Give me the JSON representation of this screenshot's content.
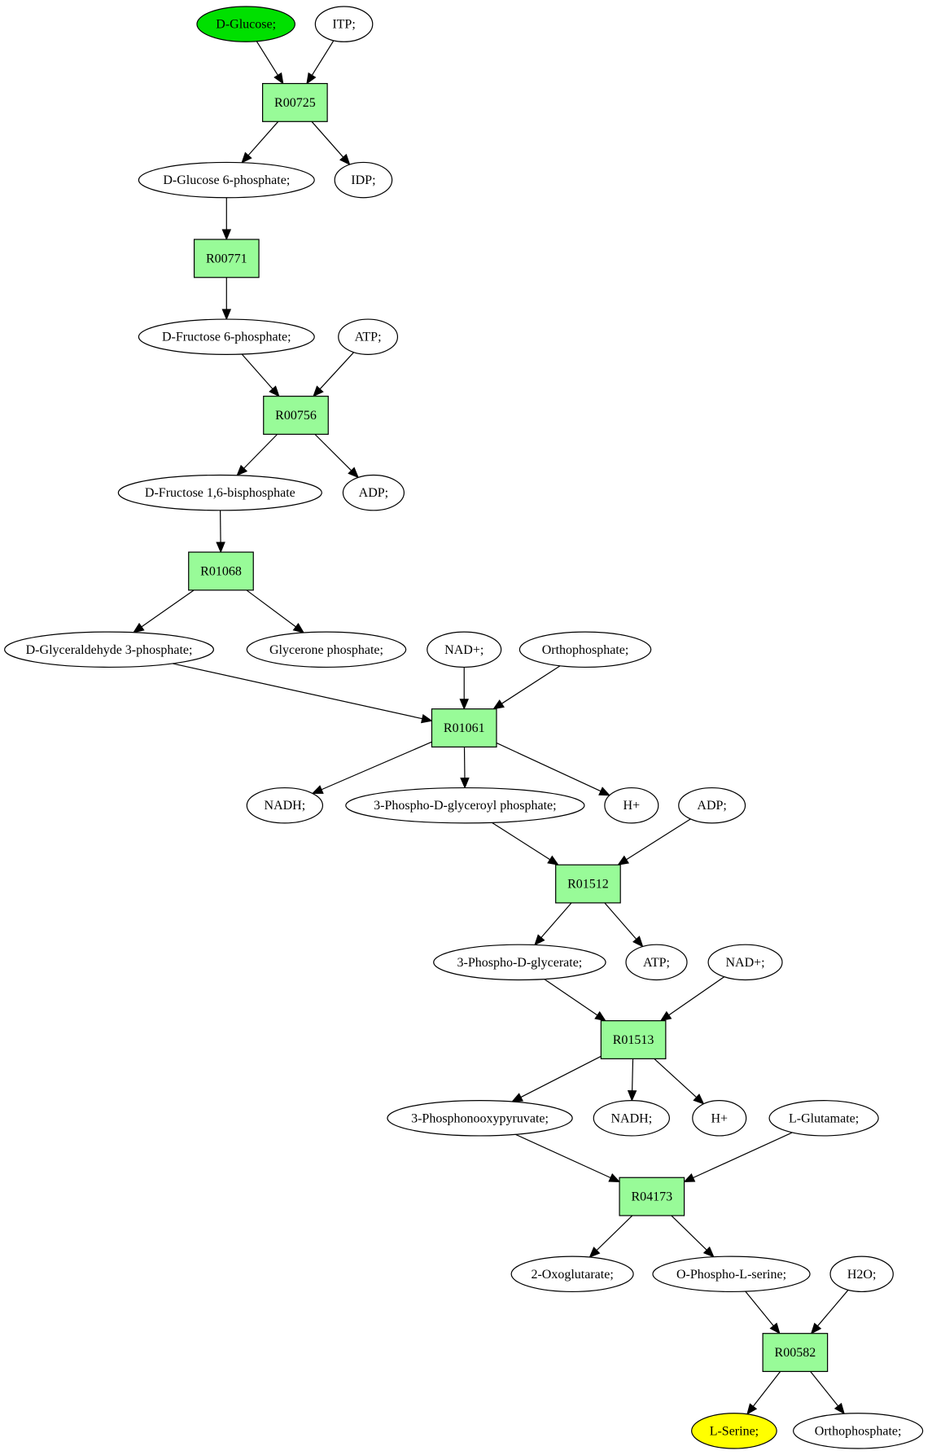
{
  "colors": {
    "start_fill": "#00e000",
    "target_fill": "#ffff00",
    "reaction_fill": "#98fb98",
    "compound_fill": "#ffffff",
    "stroke": "#000000"
  },
  "compounds": [
    {
      "id": "c_dglucose",
      "label": "D-Glucose;",
      "role": "start"
    },
    {
      "id": "c_itp",
      "label": "ITP;"
    },
    {
      "id": "c_g6p",
      "label": "D-Glucose 6-phosphate;"
    },
    {
      "id": "c_idp",
      "label": "IDP;"
    },
    {
      "id": "c_f6p",
      "label": "D-Fructose 6-phosphate;"
    },
    {
      "id": "c_atp1",
      "label": "ATP;"
    },
    {
      "id": "c_f16bp",
      "label": "D-Fructose 1,6-bisphosphate"
    },
    {
      "id": "c_adp1",
      "label": "ADP;"
    },
    {
      "id": "c_g3p",
      "label": "D-Glyceraldehyde 3-phosphate;"
    },
    {
      "id": "c_dhap",
      "label": "Glycerone phosphate;"
    },
    {
      "id": "c_nad1",
      "label": "NAD+;"
    },
    {
      "id": "c_pi1",
      "label": "Orthophosphate;"
    },
    {
      "id": "c_nadh1",
      "label": "NADH;"
    },
    {
      "id": "c_13bpg",
      "label": "3-Phospho-D-glyceroyl phosphate;"
    },
    {
      "id": "c_h1",
      "label": "H+"
    },
    {
      "id": "c_adp2",
      "label": "ADP;"
    },
    {
      "id": "c_3pg",
      "label": "3-Phospho-D-glycerate;"
    },
    {
      "id": "c_atp2",
      "label": "ATP;"
    },
    {
      "id": "c_nad2",
      "label": "NAD+;"
    },
    {
      "id": "c_3php",
      "label": "3-Phosphonooxypyruvate;"
    },
    {
      "id": "c_nadh2",
      "label": "NADH;"
    },
    {
      "id": "c_h2",
      "label": "H+"
    },
    {
      "id": "c_glu",
      "label": "L-Glutamate;"
    },
    {
      "id": "c_2og",
      "label": "2-Oxoglutarate;"
    },
    {
      "id": "c_pser",
      "label": "O-Phospho-L-serine;"
    },
    {
      "id": "c_h2o",
      "label": "H2O;"
    },
    {
      "id": "c_ser",
      "label": "L-Serine;",
      "role": "target"
    },
    {
      "id": "c_pi2",
      "label": "Orthophosphate;"
    }
  ],
  "reactions": [
    {
      "id": "r_R00725",
      "label": "R00725"
    },
    {
      "id": "r_R00771",
      "label": "R00771"
    },
    {
      "id": "r_R00756",
      "label": "R00756"
    },
    {
      "id": "r_R01068",
      "label": "R01068"
    },
    {
      "id": "r_R01061",
      "label": "R01061"
    },
    {
      "id": "r_R01512",
      "label": "R01512"
    },
    {
      "id": "r_R01513",
      "label": "R01513"
    },
    {
      "id": "r_R04173",
      "label": "R04173"
    },
    {
      "id": "r_R00582",
      "label": "R00582"
    }
  ],
  "edges": [
    [
      "c_dglucose",
      "r_R00725"
    ],
    [
      "c_itp",
      "r_R00725"
    ],
    [
      "r_R00725",
      "c_g6p"
    ],
    [
      "r_R00725",
      "c_idp"
    ],
    [
      "c_g6p",
      "r_R00771"
    ],
    [
      "r_R00771",
      "c_f6p"
    ],
    [
      "c_f6p",
      "r_R00756"
    ],
    [
      "c_atp1",
      "r_R00756"
    ],
    [
      "r_R00756",
      "c_f16bp"
    ],
    [
      "r_R00756",
      "c_adp1"
    ],
    [
      "c_f16bp",
      "r_R01068"
    ],
    [
      "r_R01068",
      "c_g3p"
    ],
    [
      "r_R01068",
      "c_dhap"
    ],
    [
      "c_g3p",
      "r_R01061"
    ],
    [
      "c_nad1",
      "r_R01061"
    ],
    [
      "c_pi1",
      "r_R01061"
    ],
    [
      "r_R01061",
      "c_nadh1"
    ],
    [
      "r_R01061",
      "c_13bpg"
    ],
    [
      "r_R01061",
      "c_h1"
    ],
    [
      "c_13bpg",
      "r_R01512"
    ],
    [
      "c_adp2",
      "r_R01512"
    ],
    [
      "r_R01512",
      "c_3pg"
    ],
    [
      "r_R01512",
      "c_atp2"
    ],
    [
      "c_3pg",
      "r_R01513"
    ],
    [
      "c_nad2",
      "r_R01513"
    ],
    [
      "r_R01513",
      "c_3php"
    ],
    [
      "r_R01513",
      "c_nadh2"
    ],
    [
      "r_R01513",
      "c_h2"
    ],
    [
      "c_3php",
      "r_R04173"
    ],
    [
      "c_glu",
      "r_R04173"
    ],
    [
      "r_R04173",
      "c_2og"
    ],
    [
      "r_R04173",
      "c_pser"
    ],
    [
      "c_pser",
      "r_R00582"
    ],
    [
      "c_h2o",
      "r_R00582"
    ],
    [
      "r_R00582",
      "c_ser"
    ],
    [
      "r_R00582",
      "c_pi2"
    ]
  ]
}
